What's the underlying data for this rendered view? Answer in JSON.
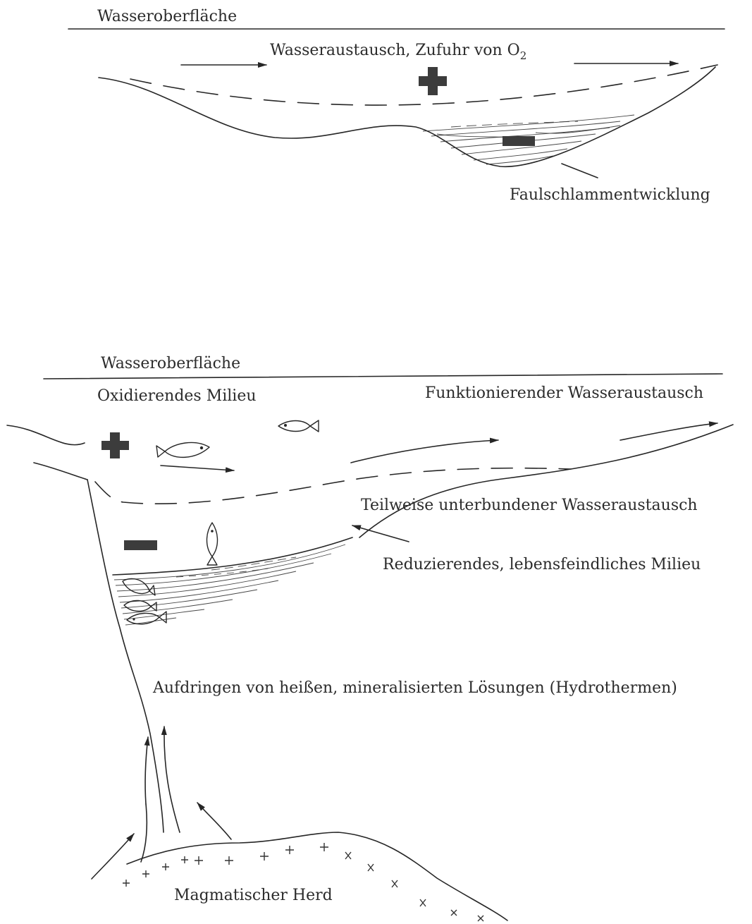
{
  "top_panel": {
    "surface_label": "Wasseroberfläche",
    "exchange_label": "Wasseraustausch, Zufuhr von O",
    "exchange_subscript": "2",
    "sludge_label": "Faulschlammentwicklung"
  },
  "bottom_panel": {
    "surface_label": "Wasseroberfläche",
    "oxidizing_label": "Oxidierendes Milieu",
    "functioning_exchange_label": "Funktionierender Wasseraustausch",
    "partial_exchange_label": "Teilweise unterbundener Wasseraustausch",
    "reducing_label": "Reduzierendes, lebensfeindliches Milieu",
    "hydrothermal_label": "Aufdringen von heißen, mineralisierten Lösungen (Hydrothermen)",
    "magma_label": "Magmatischer Herd"
  },
  "symbols": {
    "plus": "plus-sign",
    "minus": "minus-sign",
    "fish": "fish-icon"
  }
}
